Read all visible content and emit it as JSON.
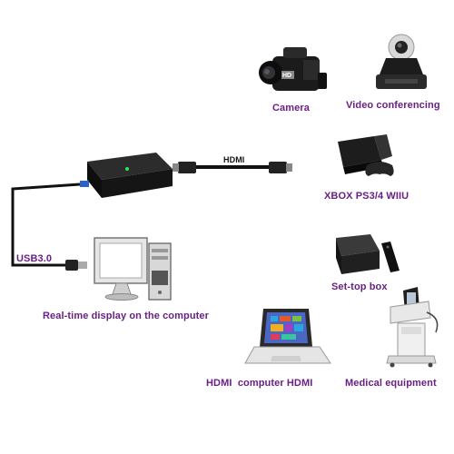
{
  "colors": {
    "label": "#6a1f86",
    "hdmi_text": "#111111",
    "device_dark": "#1a1a1a",
    "cable": "#111111",
    "usb_blue": "#2a63c6"
  },
  "labels": {
    "camera": "Camera",
    "video_conferencing": "Video conferencing",
    "hdmi_cable": "HDMI",
    "xbox": "XBOX PS3/4 WIIU",
    "usb": "USB3.0",
    "set_top_box": "Set-top box",
    "realtime_display": "Real-time display on the computer",
    "hdmi_computer": "HDMI  computer HDMI",
    "medical": "Medical equipment"
  },
  "icons": [
    "camcorder-icon",
    "conference-camera-icon",
    "capture-box-icon",
    "hdmi-cable-icon",
    "game-console-icon",
    "usb-cable-icon",
    "desktop-computer-icon",
    "set-top-box-icon",
    "laptop-icon",
    "medical-cart-icon"
  ]
}
